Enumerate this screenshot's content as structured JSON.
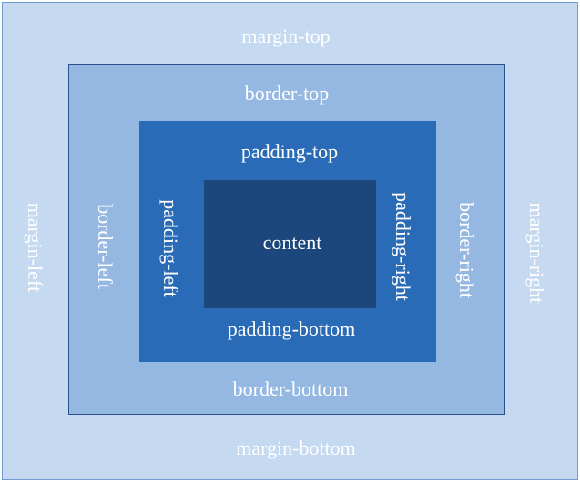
{
  "colors": {
    "margin": "#c5d9f1",
    "border": "#95b8e3",
    "padding": "#2a6bb8",
    "content": "#1c477c",
    "text": "#ffffff"
  },
  "labels": {
    "margin_top": "margin-top",
    "margin_bottom": "margin-bottom",
    "margin_left": "margin-left",
    "margin_right": "margin-right",
    "border_top": "border-top",
    "border_bottom": "border-bottom",
    "border_left": "border-left",
    "border_right": "border-right",
    "padding_top": "padding-top",
    "padding_bottom": "padding-bottom",
    "padding_left": "padding-left",
    "padding_right": "padding-right",
    "content": "content"
  }
}
